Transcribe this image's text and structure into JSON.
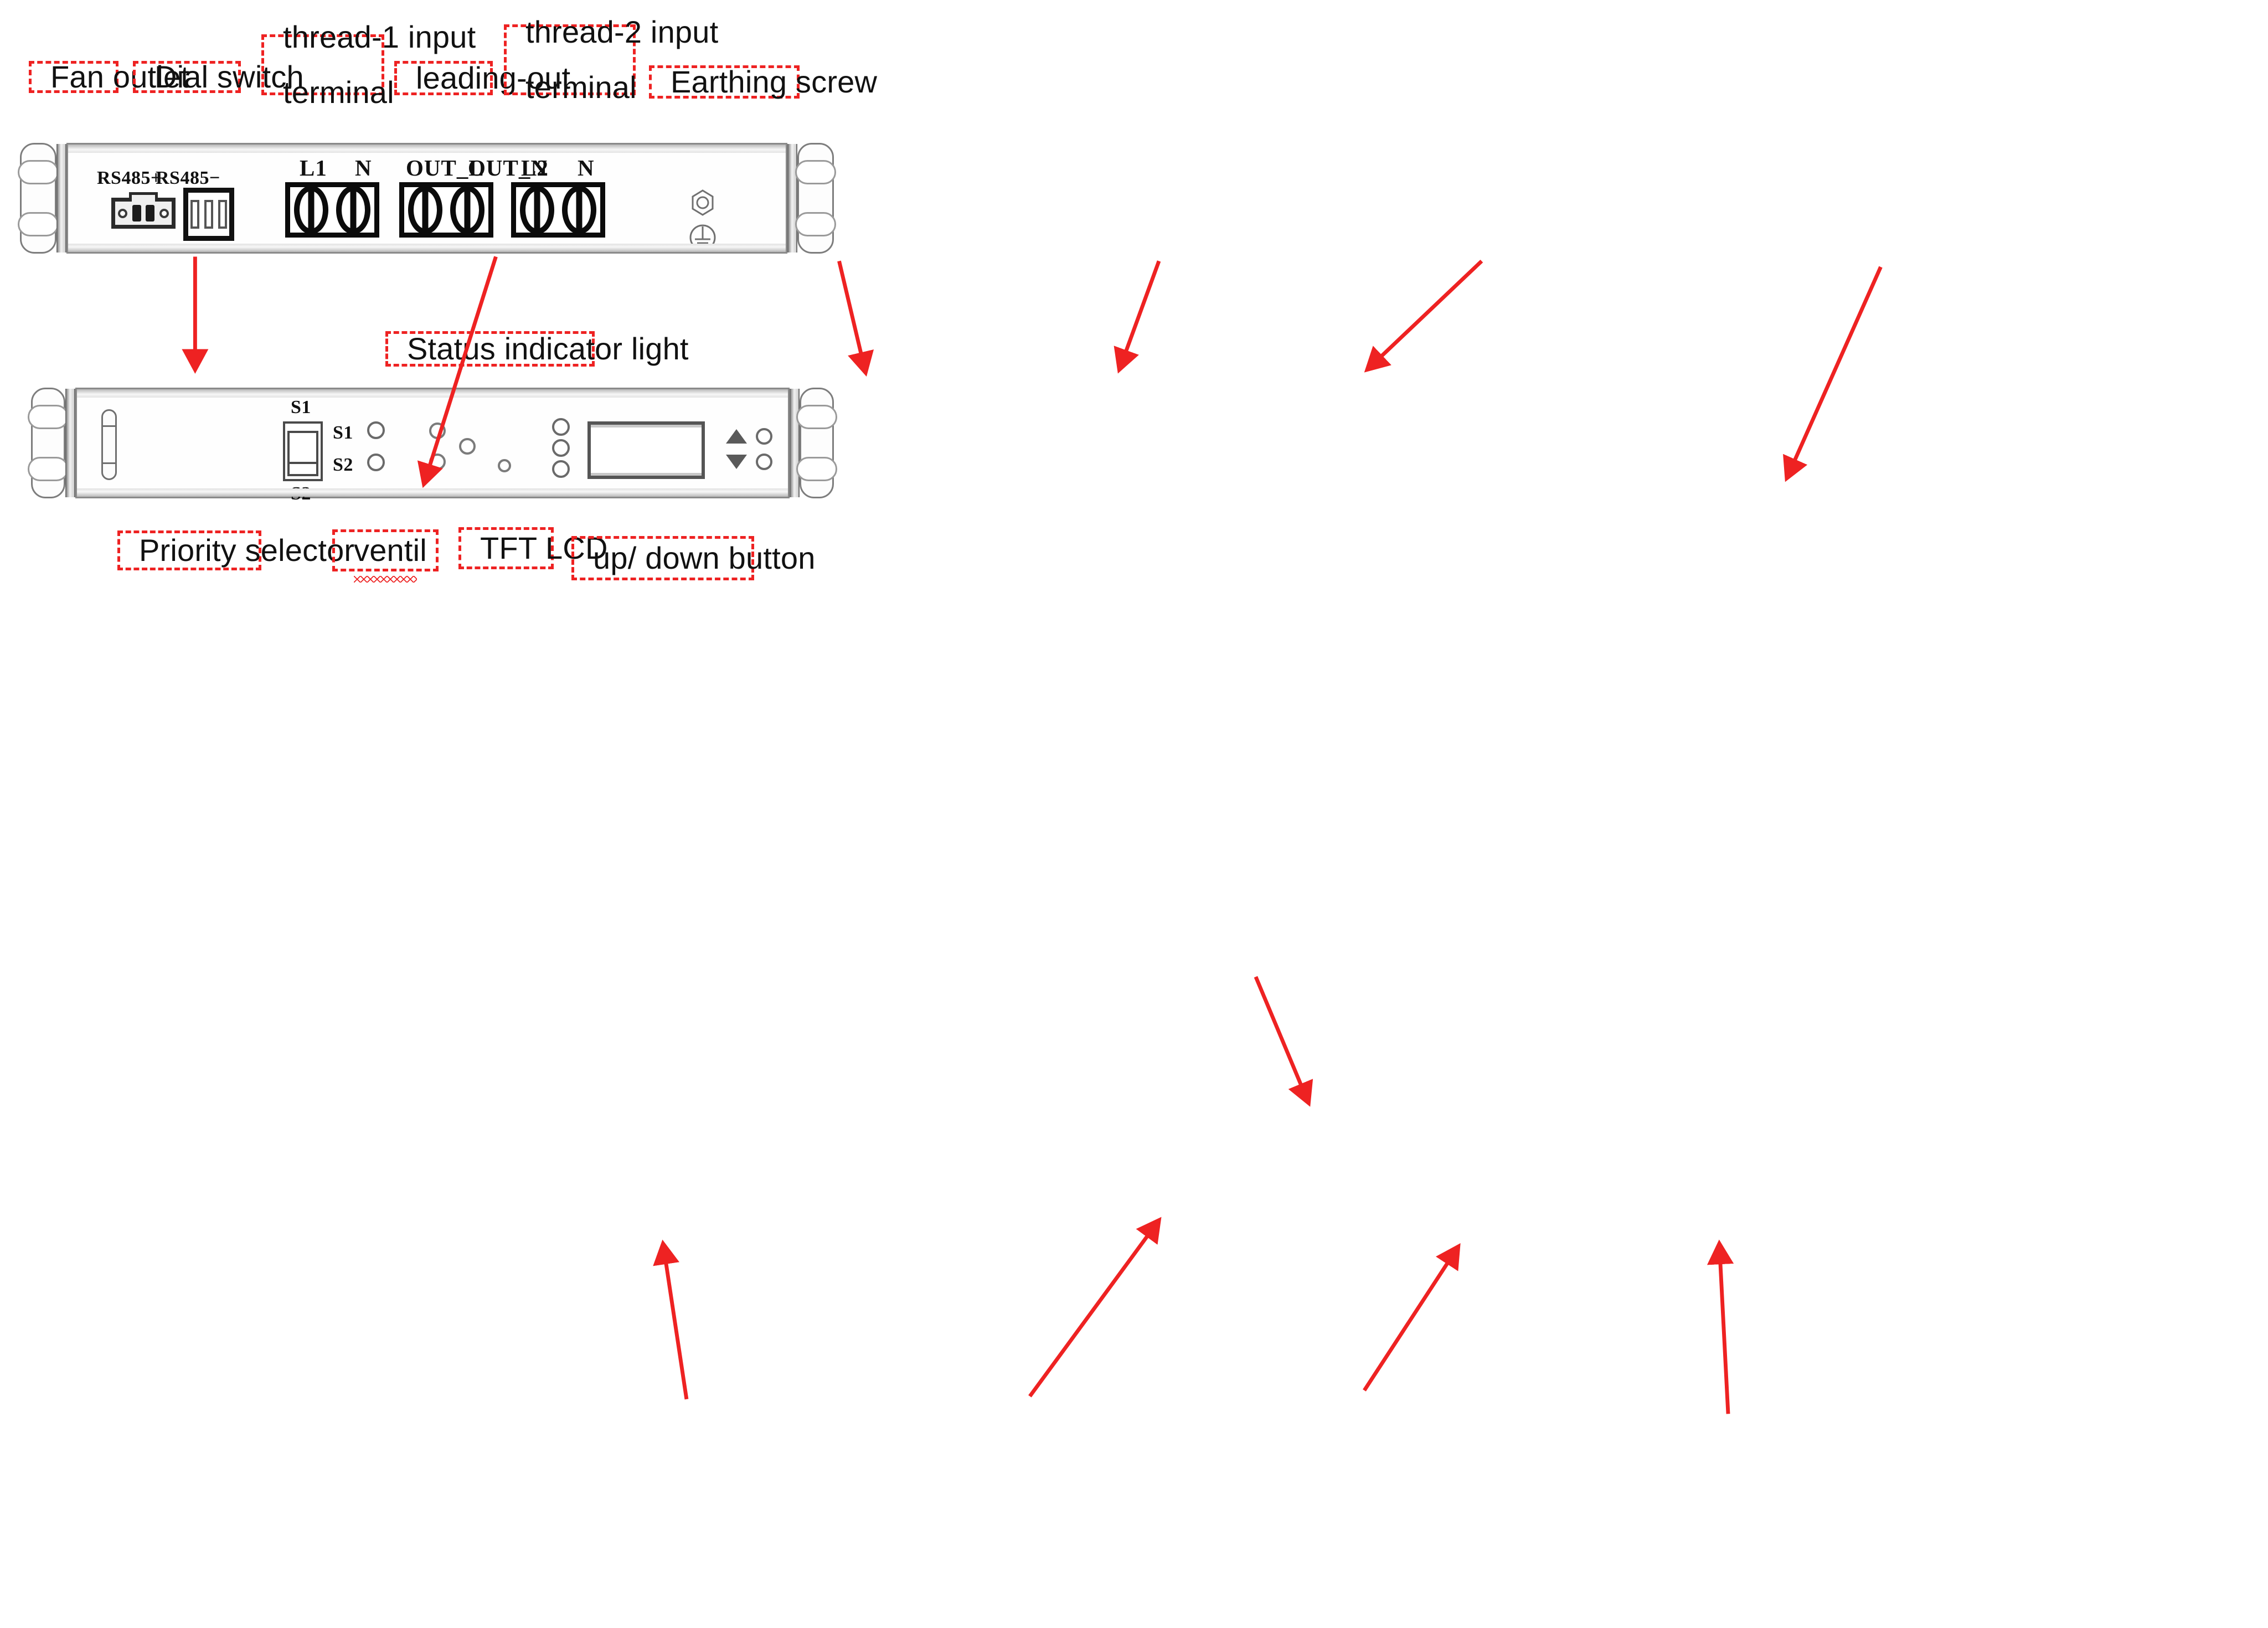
{
  "diagram": {
    "title": "Rack-mount dual-input static transfer switch — rear and front panel callout diagram",
    "accent_color": "#ee2222",
    "line_color": "#8a8a8a"
  },
  "callouts": [
    {
      "id": "fan-outlet",
      "lines": [
        "Fan outlet"
      ]
    },
    {
      "id": "dial-switch",
      "lines": [
        "Dial switch"
      ]
    },
    {
      "id": "thread-1-input",
      "lines": [
        "thread-1 input",
        "terminal"
      ]
    },
    {
      "id": "leading-out",
      "lines": [
        "leading-out"
      ]
    },
    {
      "id": "thread-2-input",
      "lines": [
        "thread-2 input",
        "terminal"
      ]
    },
    {
      "id": "earthing-screw",
      "lines": [
        "Earthing screw"
      ]
    },
    {
      "id": "status-indicator-light",
      "lines": [
        "Status indicator light"
      ]
    },
    {
      "id": "priority-selector",
      "lines": [
        "Priority selector"
      ]
    },
    {
      "id": "ventil",
      "lines": [
        "ventil"
      ],
      "misspelled": true
    },
    {
      "id": "tft-lcd",
      "lines": [
        "TFT LCD"
      ]
    },
    {
      "id": "up-down-button",
      "lines": [
        "up/ down button"
      ]
    }
  ],
  "rear_panel": {
    "comm_labels": {
      "rs485_plus": "RS485+",
      "rs485_minus": "RS485−"
    },
    "terminal_blocks": [
      {
        "id": "thread-1-input-terminal",
        "pins": [
          "L1",
          "N"
        ]
      },
      {
        "id": "output-terminal",
        "pins": [
          "OUT_L",
          "OUT_N"
        ]
      },
      {
        "id": "thread-2-input-terminal",
        "pins": [
          "L2",
          "N"
        ]
      }
    ],
    "dip_switch_positions": 3,
    "earthing": {
      "screw": "hex-screw",
      "symbol": "earth-ground"
    }
  },
  "front_panel": {
    "selector": {
      "top_label": "S1",
      "bottom_label": "S2"
    },
    "source_leds": [
      {
        "label": "S1"
      },
      {
        "label": "S2"
      }
    ],
    "status_led_count": 3,
    "vent_hole_count": 4,
    "buttons": [
      {
        "id": "up-button",
        "glyph": "▲"
      },
      {
        "id": "down-button",
        "glyph": "▼"
      }
    ],
    "display": {
      "id": "tft-lcd-screen",
      "content": ""
    }
  }
}
